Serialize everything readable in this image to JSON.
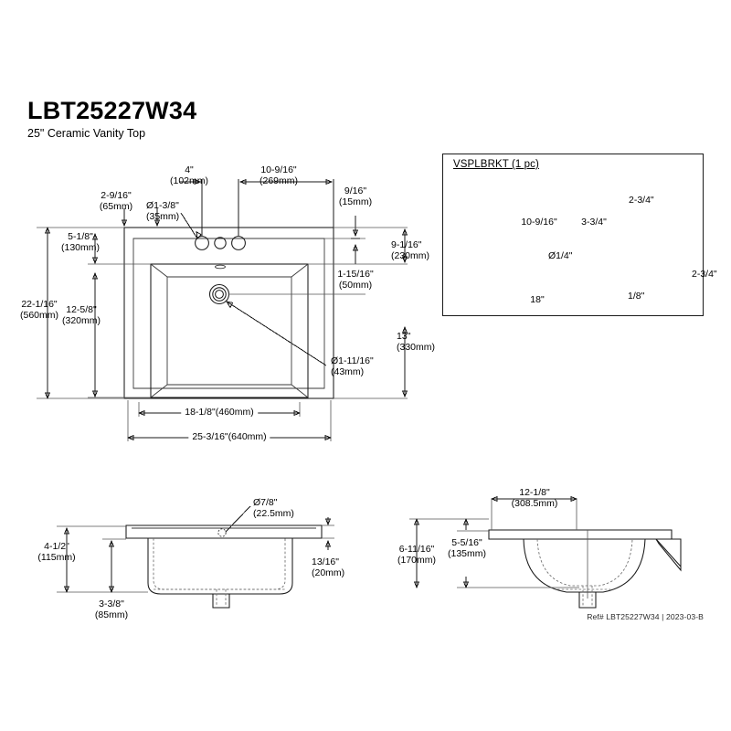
{
  "header": {
    "model": "LBT25227W34",
    "description": "25\" Ceramic Vanity Top"
  },
  "footer": {
    "ref": "Ref# LBT25227W34 | 2023-03-B"
  },
  "top_view": {
    "name": "top-view",
    "dims": {
      "faucet_spread_left": {
        "in": "4\"",
        "mm": "(102mm)"
      },
      "faucet_to_right_edge": {
        "in": "10-9/16\"",
        "mm": "(269mm)"
      },
      "faucet_hole_dia": {
        "in": "Ø1-3/8\"",
        "mm": "(35mm)"
      },
      "back_ledge": {
        "in": "2-9/16\"",
        "mm": "(65mm)"
      },
      "deck_to_bowl": {
        "in": "5-1/8\"",
        "mm": "(130mm)"
      },
      "overall_depth": {
        "in": "22-1/16\"",
        "mm": "(560mm)"
      },
      "bowl_depth": {
        "in": "12-5/8\"",
        "mm": "(320mm)"
      },
      "rim_top": {
        "in": "9/16\"",
        "mm": "(15mm)"
      },
      "rim_inner": {
        "in": "1-15/16\"",
        "mm": "(50mm)"
      },
      "right_upper": {
        "in": "9-1/16\"",
        "mm": "(230mm)"
      },
      "right_lower": {
        "in": "13\"",
        "mm": "(330mm)"
      },
      "drain_dia": {
        "in": "Ø1-11/16\"",
        "mm": "(43mm)"
      },
      "bowl_width": {
        "inline": "18-1/8\"(460mm)"
      },
      "overall_width": {
        "inline": "25-3/16\"(640mm)"
      }
    }
  },
  "bracket_inset": {
    "title": "VSPLBRKT (1 pc)",
    "dims": {
      "span": "10-9/16\"",
      "tab": "3-3/4\"",
      "height_front": "2-3/4\"",
      "hole_dia": "Ø1/4\"",
      "length": "18\"",
      "thickness": "1/8\"",
      "height_end": "2-3/4\""
    }
  },
  "front_elevation": {
    "name": "front-elevation",
    "dims": {
      "overflow_dia": {
        "in": "Ø7/8\"",
        "mm": "(22.5mm)"
      },
      "overall_height": {
        "in": "4-1/2\"",
        "mm": "(115mm)"
      },
      "bowl_height": {
        "in": "3-3/8\"",
        "mm": "(85mm)"
      },
      "deck_thickness": {
        "in": "13/16\"",
        "mm": "(20mm)"
      }
    }
  },
  "side_elevation": {
    "name": "side-elevation",
    "dims": {
      "bowl_span": {
        "in": "12-1/8\"",
        "mm": "(308.5mm)"
      },
      "overall_depth": {
        "in": "6-11/16\"",
        "mm": "(170mm)"
      },
      "bowl_depth": {
        "in": "5-5/16\"",
        "mm": "(135mm)"
      }
    }
  },
  "colors": {
    "line": "#1a1a1a",
    "hidden": "#6b6b6b",
    "background": "#ffffff"
  }
}
